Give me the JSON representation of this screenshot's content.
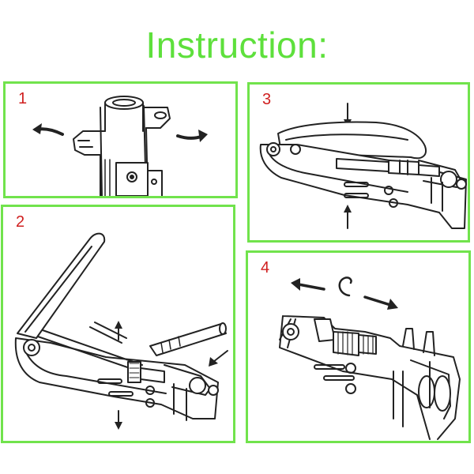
{
  "title": "Instruction:",
  "accent_color": "#71e34c",
  "title_color": "#5ee03c",
  "number_color": "#d02020",
  "steps": [
    {
      "number": "1",
      "illustration": "tool-head-rotate"
    },
    {
      "number": "2",
      "illustration": "open-handles-insert-connector"
    },
    {
      "number": "3",
      "illustration": "squeeze-handles"
    },
    {
      "number": "4",
      "illustration": "remove-compressed-connector"
    }
  ]
}
